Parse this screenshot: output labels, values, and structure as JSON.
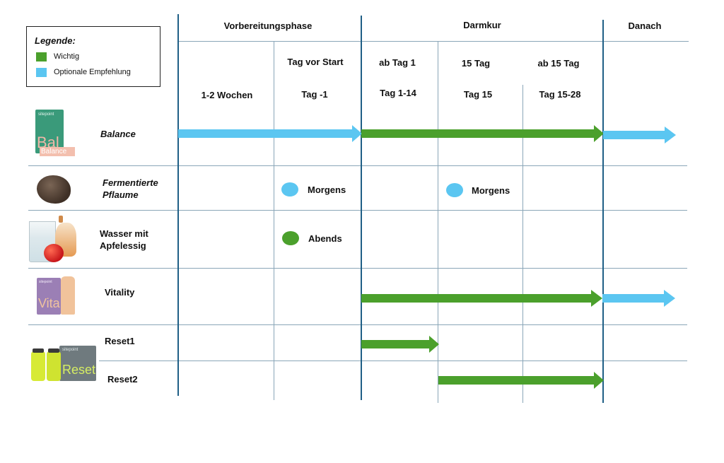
{
  "colors": {
    "important": "#4ba02c",
    "optional": "#5bc6f1",
    "grid": "#8aa6b8",
    "major": "#1f5f86"
  },
  "legend": {
    "title": "Legende:",
    "items": [
      {
        "label": "Wichtig",
        "kind": "important"
      },
      {
        "label": "Optionale Empfehlung",
        "kind": "optional"
      }
    ]
  },
  "phases": {
    "prep": "Vorbereitungsphase",
    "cure": "Darmkur",
    "after": "Danach"
  },
  "columns": {
    "c1": {
      "top": "",
      "bottom": "1-2 Wochen"
    },
    "c2": {
      "top": "Tag vor Start",
      "bottom": "Tag -1"
    },
    "c3": {
      "top": "ab Tag 1",
      "bottom": "Tag 1-14"
    },
    "c4": {
      "top": "15 Tag",
      "bottom": "Tag 15"
    },
    "c5": {
      "top": "ab 15 Tag",
      "bottom": "Tag 15-28"
    }
  },
  "rows": {
    "balance": {
      "label": "Balance",
      "pack_text": "Bal",
      "pack_sub": "Balance",
      "brand": "sitepoint"
    },
    "plum": {
      "label": "Fermentierte Pflaume"
    },
    "water": {
      "label": "Wasser mit Apfelessig"
    },
    "vitality": {
      "label": "Vitality",
      "pack_text": "Vita",
      "brand": "sitepoint"
    },
    "reset1": {
      "label": "Reset1"
    },
    "reset2": {
      "label": "Reset2",
      "pack_text": "Reset",
      "brand": "sitepoint"
    }
  },
  "dots": {
    "plum_prep": {
      "label": "Morgens",
      "kind": "optional"
    },
    "plum_cure": {
      "label": "Morgens",
      "kind": "optional"
    },
    "water_prep": {
      "label": "Abends",
      "kind": "important"
    }
  }
}
